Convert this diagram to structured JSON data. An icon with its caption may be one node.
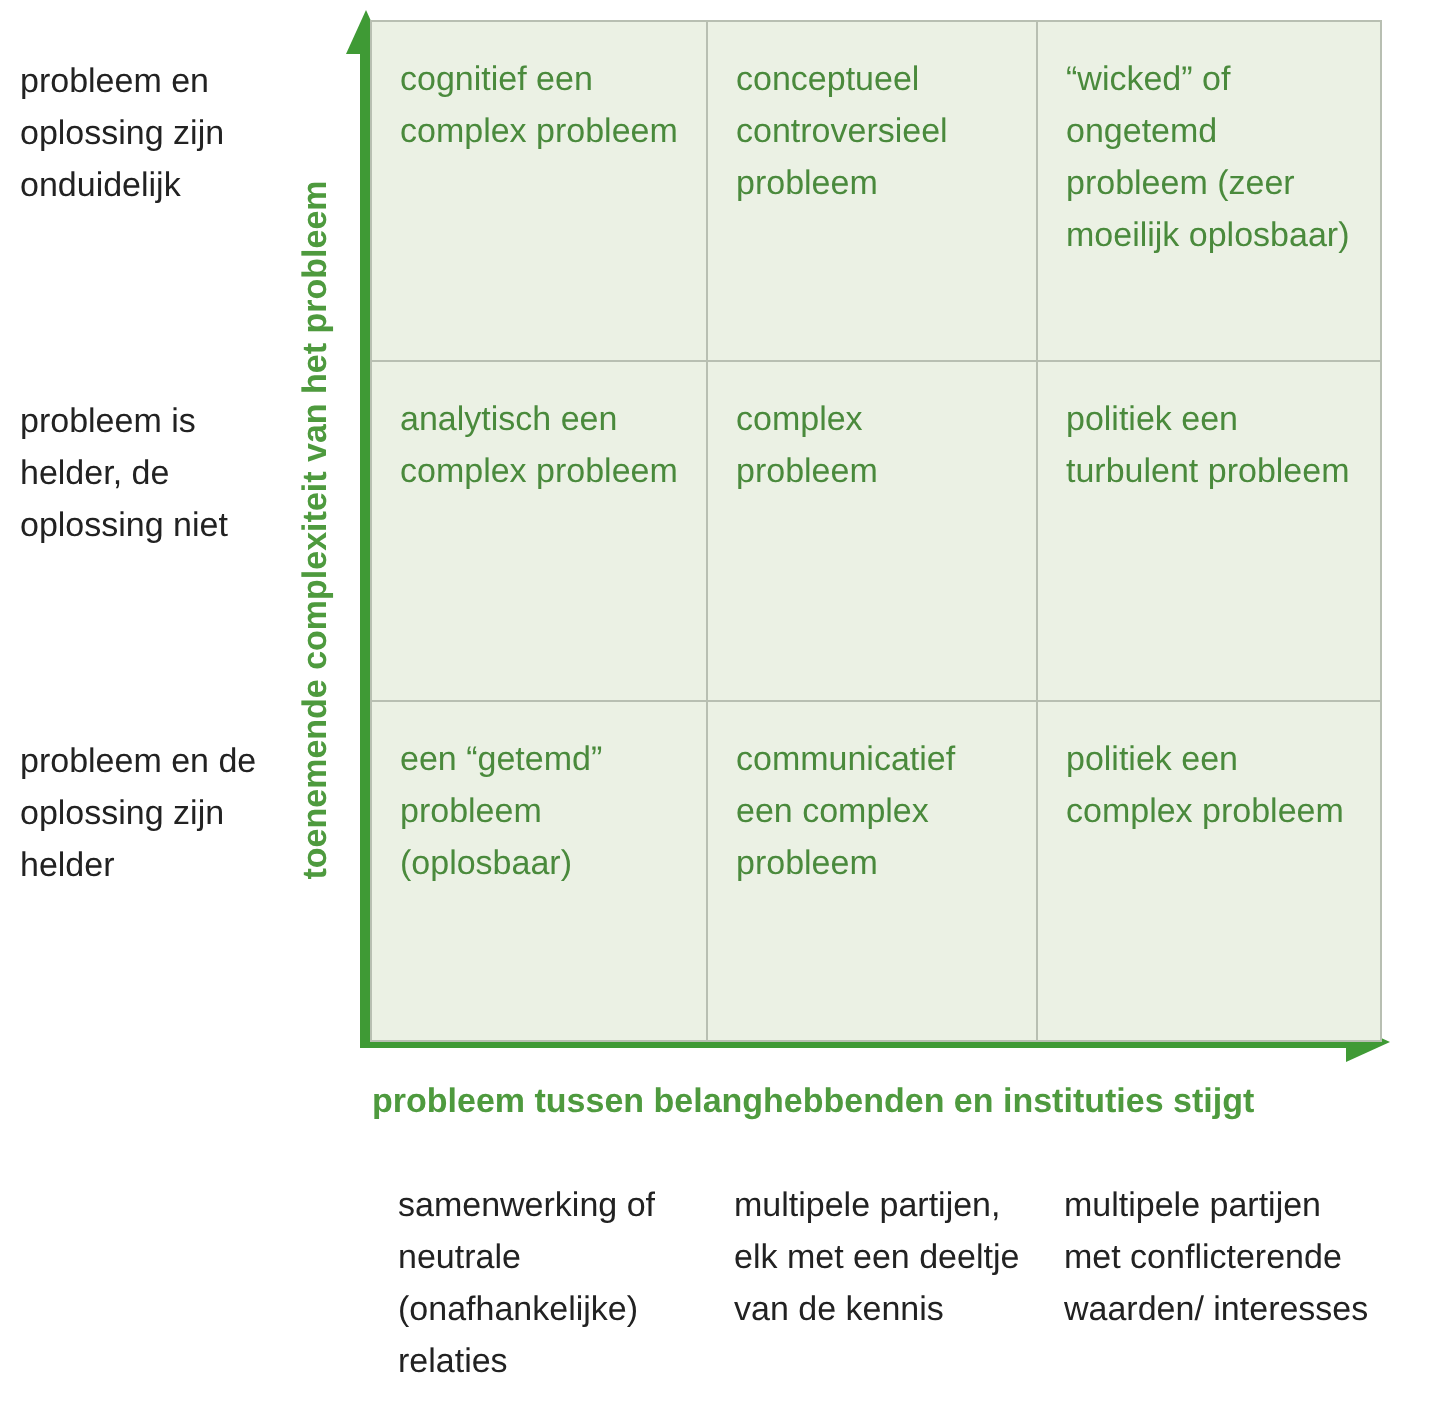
{
  "diagram": {
    "labels": [
      "probleem en oplossing zijn onduidelijk",
      "cognitief een complex probleem",
      "conceptueel controversieel probleem",
      "“wicked” of ongetemd probleem (zeer moeilijk oplosbaar)",
      "probleem is helder, de oplossing niet",
      "analytisch een complex probleem",
      "complex probleem",
      "politiek een turbulent probleem",
      "probleem en de oplossing zijn helder",
      "een “getemd” probleem (oplosbaar)",
      "communicatief een complex probleem",
      "politiek een complex probleem",
      "toenemende complexiteit van het probleem",
      "probleem tussen belanghebbenden en instituties stijgt",
      "samenwerking of neutrale (onafhankelijke) relaties",
      "multipele partijen, elk met een deeltje van de kennis",
      "multipele partijen met conflicterende waarden/ interesses"
    ]
  }
}
